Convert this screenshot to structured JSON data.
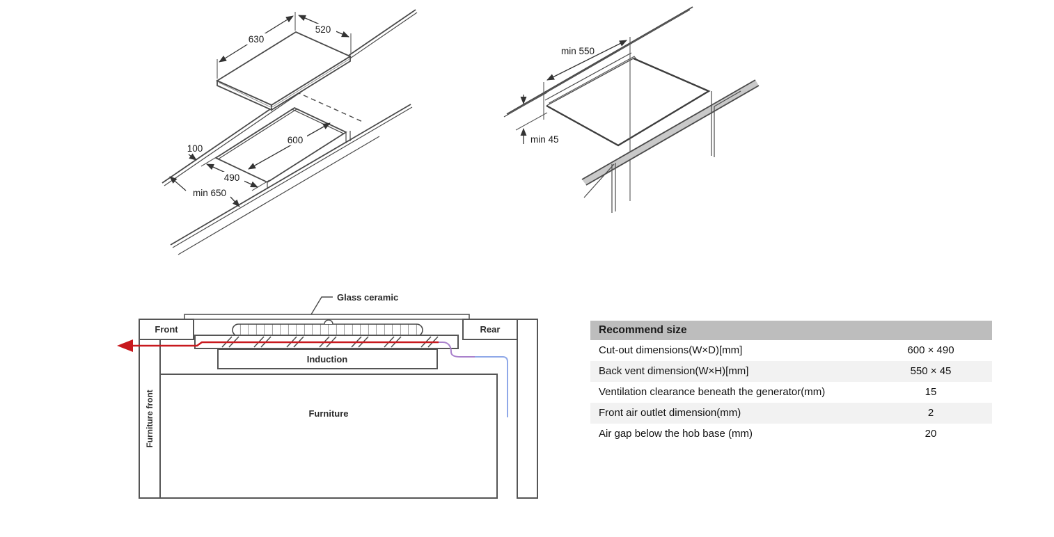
{
  "colors": {
    "line": "#4a4a4a",
    "dimension": "#333333",
    "front_air_arrow_red": "#c8191e",
    "wire_purple": "#a981cc",
    "wire_blue": "#8fa8e8",
    "vent_slot_gray": "#c9c9c9",
    "table_header_bg": "#bdbdbd",
    "table_alt_row_bg": "#f2f2f2"
  },
  "diagrams": {
    "top_left": {
      "title": "hob-above-worktop-cutout-isometric-view",
      "labels": {
        "hob_width": "630",
        "hob_depth": "520",
        "edge_clearance": "100",
        "cutout_width": "600",
        "cutout_depth": "490",
        "min_clearance": "min 650"
      }
    },
    "top_right": {
      "title": "back-vent-isometric-view",
      "labels": {
        "vent_width": "min 550",
        "vent_height": "min 45"
      }
    },
    "cross_section": {
      "title": "hob-installation-cross-section",
      "labels": {
        "glass": "Glass ceramic",
        "front": "Front",
        "rear": "Rear",
        "induction": "Induction",
        "furniture": "Furniture",
        "furniture_front": "Furniture front"
      }
    }
  },
  "table": {
    "header": "Recommend size",
    "rows": [
      {
        "label": "Cut-out dimensions(W×D)[mm]",
        "value": "600 × 490"
      },
      {
        "label": "Back vent dimension(W×H)[mm]",
        "value": "550 × 45"
      },
      {
        "label": "Ventilation clearance beneath the generator(mm)",
        "value": "15"
      },
      {
        "label": "Front air outlet dimension(mm)",
        "value": "2"
      },
      {
        "label": "Air gap below the hob base (mm)",
        "value": "20"
      }
    ]
  }
}
